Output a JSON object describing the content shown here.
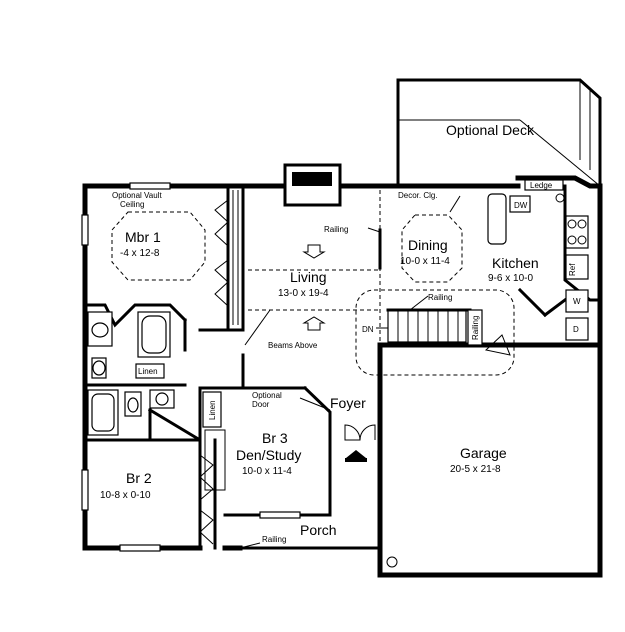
{
  "rooms": {
    "deck": {
      "title": "Optional Deck"
    },
    "mbr1": {
      "title": "Mbr 1",
      "dims": "-4 x 12-8",
      "note_line1": "Optional Vault",
      "note_line2": "Ceiling"
    },
    "living": {
      "title": "Living",
      "dims": "13-0 x 19-4"
    },
    "dining": {
      "title": "Dining",
      "dims": "10-0 x 11-4"
    },
    "kitchen": {
      "title": "Kitchen",
      "dims": "9-6 x 10-0"
    },
    "foyer": {
      "title": "Foyer"
    },
    "br3": {
      "title_line1": "Br 3",
      "title_line2": "Den/Study",
      "dims": "10-0 x 11-4"
    },
    "br2": {
      "title": "Br 2",
      "dims": "10-8 x 0-10"
    },
    "garage": {
      "title": "Garage",
      "dims": "20-5 x 21-8"
    },
    "porch": {
      "title": "Porch"
    }
  },
  "notes": {
    "railing_living": "Railing",
    "railing_stair": "Railing",
    "railing_stair_side": "Railing",
    "railing_porch": "Railing",
    "beams_above": "Beams Above",
    "decor_clg": "Decor. Clg.",
    "ledge": "Ledge",
    "dw": "DW",
    "dn": "DN",
    "linen_bath": "Linen",
    "linen_hall": "Linen",
    "optional_door_line1": "Optional",
    "optional_door_line2": "Door",
    "ref": "Ref",
    "washer": "W",
    "dryer": "D"
  }
}
